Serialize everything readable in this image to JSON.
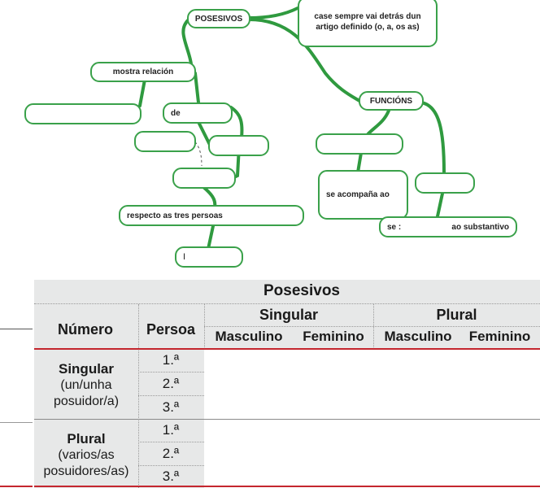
{
  "mindmap": {
    "nodes": {
      "posesivos": "POSESIVOS",
      "definido": "case sempre vai detrás dun artigo definido (o, a, os as)",
      "mostra": "mostra relación",
      "blank_left": "",
      "de": "de",
      "blank_mid1": "",
      "blank_mid2": "",
      "blank_mid3": "",
      "respecto": "respecto as tres persoas",
      "bottom_box": "I",
      "funcions": "FUNCIÓNS",
      "blank_fun1": "",
      "acompana": "se acompaña ao",
      "blank_fun2": "",
      "se": "se :",
      "substantivo": "ao substantivo"
    },
    "line_color": "#2f9a3f"
  },
  "table": {
    "title": "Posesivos",
    "col_numero": "Número",
    "col_persoa": "Persoa",
    "singular": "Singular",
    "plural": "Plural",
    "masculino_1": "Masculino",
    "feminino_1": "Feminino",
    "masculino_2": "Masculino",
    "feminino_2": "Feminino",
    "groups": [
      {
        "name": "Singular",
        "sub1": "(un/unha",
        "sub2": "posuidor/a)",
        "persons": [
          "1.ª",
          "2.ª",
          "3.ª"
        ]
      },
      {
        "name": "Plural",
        "sub1": "(varios/as",
        "sub2": "posuidores/as)",
        "persons": [
          "1.ª",
          "2.ª",
          "3.ª"
        ]
      }
    ],
    "accent_red": "#c4262e"
  }
}
